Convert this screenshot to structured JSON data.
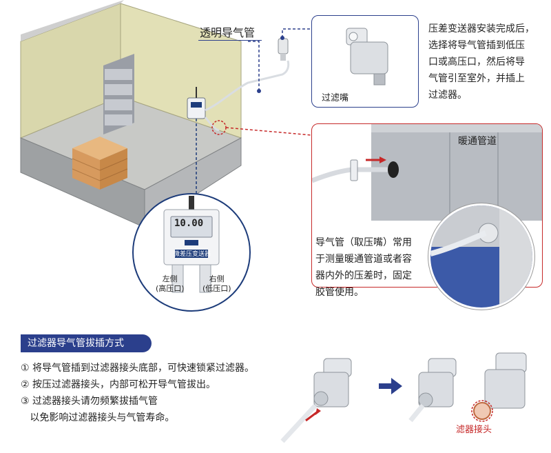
{
  "labels": {
    "tube_label": "透明导气管",
    "filter_label": "过滤嘴",
    "duct_label": "暖通管道",
    "left_port": "左侧\n(高压口)",
    "right_port": "右侧\n(低压口)",
    "filter_head_label": "滤器接头",
    "device_caption": "微差压变送器",
    "device_reading": "10.00"
  },
  "notes": {
    "install_note": [
      "压差变送器安装完成后，",
      "选择将导气管插到低压",
      "口或高压口，然后将导",
      "气管引至室外，并插上",
      "过滤器。"
    ],
    "tube_note": [
      "导气管（取压嘴）常用",
      "于测量暖通管道或者容",
      "器内外的压差时，固定",
      "胶管使用。"
    ]
  },
  "section": {
    "title": "过滤器导气管拔插方式",
    "steps": [
      "① 将导气管插到过滤器接头底部，可快速锁紧过滤器。",
      "② 按压过滤器接头，内部可松开导气管拔出。",
      "③ 过滤器接头请勿频繁拔插气管",
      "   以免影响过滤器接头与气管寿命。"
    ]
  },
  "colors": {
    "accent_blue": "#2b3f8c",
    "accent_red": "#c62828",
    "wall_yellow": "#d8d6a8",
    "floor_grey": "#c8c9c6"
  }
}
